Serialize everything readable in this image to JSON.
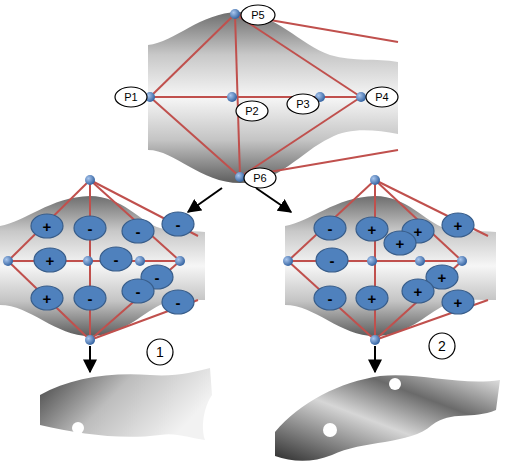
{
  "diagram": {
    "nodes": [
      {
        "text": [
          "P5"
        ]
      },
      {
        "text": [
          "P1"
        ]
      },
      {
        "text": [
          "P2"
        ]
      },
      {
        "text": [
          "P3"
        ]
      },
      {
        "text": [
          "P4"
        ]
      },
      {
        "text": [
          "P6"
        ]
      },
      {
        "text": [
          "+"
        ]
      },
      {
        "text": [
          "-"
        ]
      },
      {
        "text": [
          "-"
        ]
      },
      {
        "text": [
          "-"
        ]
      },
      {
        "text": [
          "+"
        ]
      },
      {
        "text": [
          "-"
        ]
      },
      {
        "text": [
          "-"
        ]
      },
      {
        "text": [
          "+"
        ]
      },
      {
        "text": [
          "-"
        ]
      },
      {
        "text": [
          "-"
        ]
      },
      {
        "text": [
          "-"
        ]
      },
      {
        "text": [
          "1"
        ]
      },
      {
        "text": [
          "-"
        ]
      },
      {
        "text": [
          "+"
        ]
      },
      {
        "text": [
          "+"
        ]
      },
      {
        "text": [
          "+"
        ]
      },
      {
        "text": [
          "-"
        ]
      },
      {
        "text": [
          "+"
        ]
      },
      {
        "text": [
          "+"
        ]
      },
      {
        "text": [
          "-"
        ]
      },
      {
        "text": [
          "+"
        ]
      },
      {
        "text": [
          "+"
        ]
      },
      {
        "text": [
          "+"
        ]
      },
      {
        "text": [
          "2"
        ]
      }
    ]
  }
}
